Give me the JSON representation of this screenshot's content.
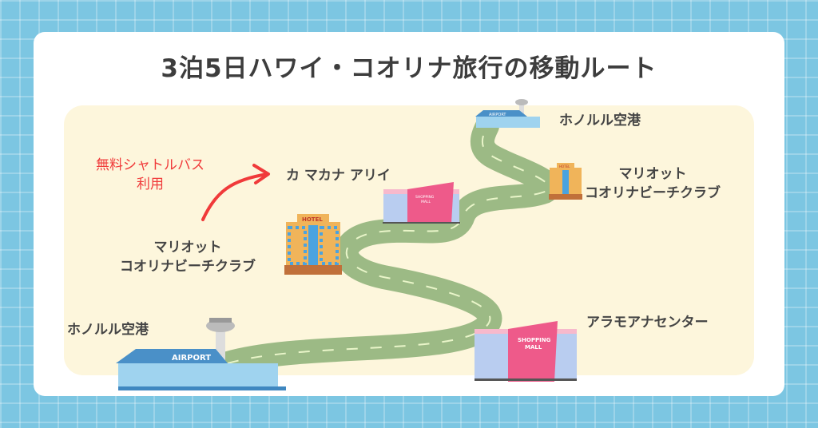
{
  "title": "3泊5日ハワイ・コオリナ旅行の移動ルート",
  "labels": {
    "honolulu_airport_start": "ホノルル空港",
    "marriott_1_line1": "マリオット",
    "marriott_1_line2": "コオリナビーチクラブ",
    "kamakana": "カ マカナ アリイ",
    "shuttle_line1": "無料シャトルバス",
    "shuttle_line2": "利用",
    "honolulu_airport_end": "ホノルル空港",
    "marriott_2_line1": "マリオット",
    "marriott_2_line2": "コオリナビーチクラブ",
    "ala_moana": "アラモアナセンター"
  },
  "signs": {
    "airport": "AIRPORT",
    "hotel": "HOTEL",
    "mall_line1": "SHOPPING",
    "mall_line2": "MALL"
  },
  "colors": {
    "background": "#7cc6e2",
    "panel": "#fdf6dc",
    "road": "#9cba85",
    "arrow": "#f03a3a",
    "mall": "#ee5a8a",
    "hotel": "#f0b45a"
  }
}
